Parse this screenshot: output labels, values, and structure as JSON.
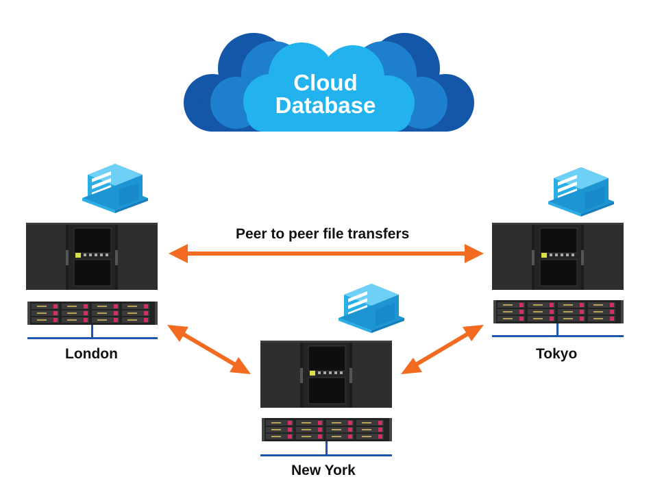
{
  "cloud": {
    "line1": "Cloud",
    "line2": "Database"
  },
  "link_label": "Peer to peer file transfers",
  "sites": [
    {
      "name": "London"
    },
    {
      "name": "Tokyo"
    },
    {
      "name": "New York"
    }
  ],
  "colors": {
    "cloud_dark": "#1457a8",
    "cloud_mid": "#1e7fcf",
    "cloud_light": "#22b3ee",
    "arrow": "#f26b21",
    "network_line": "#1a56b0",
    "building": "#2aaee6",
    "rack_body": "#2b2b2b",
    "drive_accent": "#d23060"
  },
  "icons": [
    "cloud-icon",
    "building-icon",
    "tape-library-icon",
    "disk-array-icon"
  ]
}
